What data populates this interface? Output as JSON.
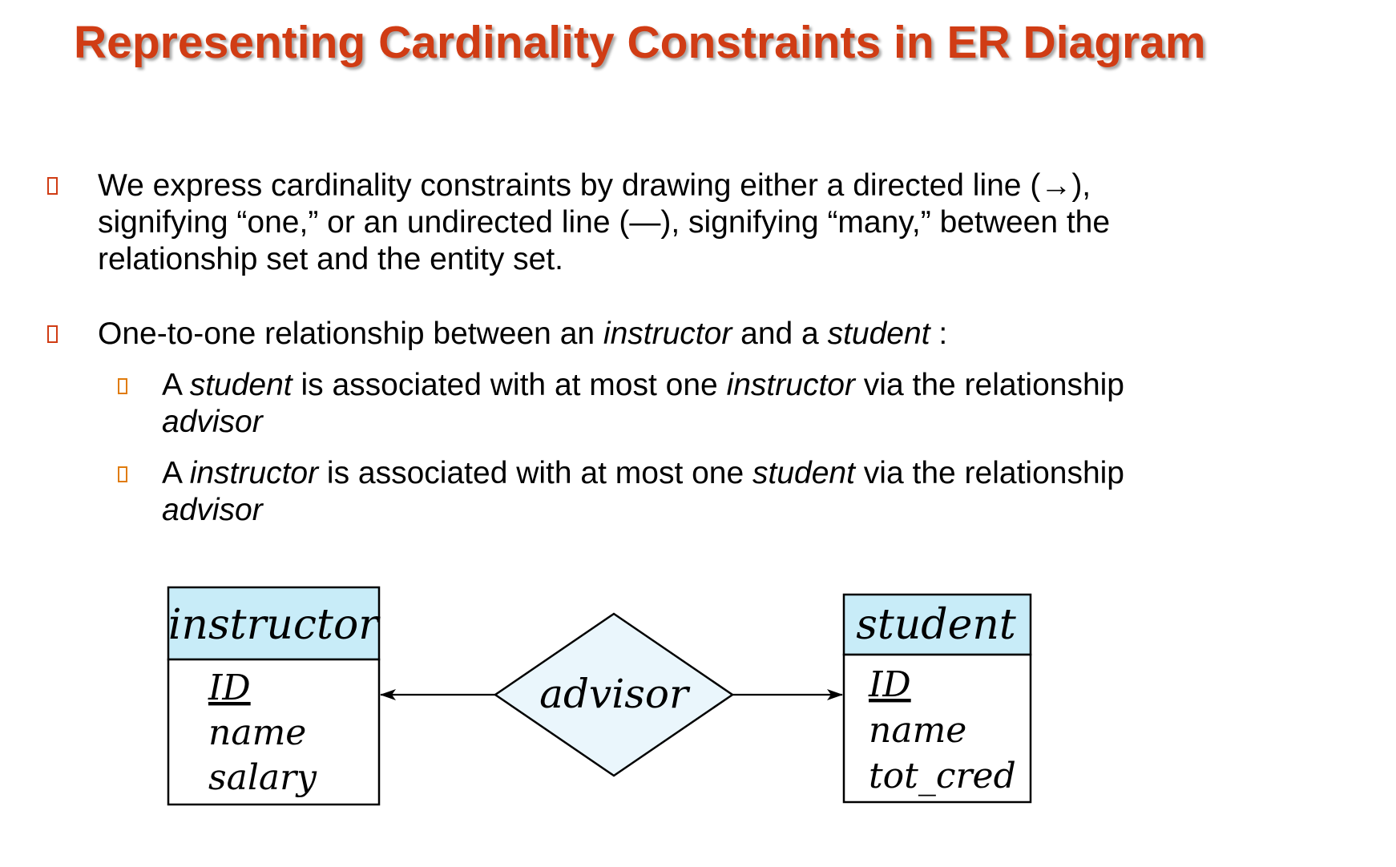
{
  "slide": {
    "title": "Representing Cardinality Constraints in ER Diagram"
  },
  "bullets": {
    "b1": {
      "line1": "We express cardinality constraints by drawing either a directed line (→),",
      "line2": "signifying “one,” or an undirected line (—), signifying “many,” between the",
      "line3": "relationship set and the entity set."
    },
    "b2": {
      "pre": "One-to-one relationship between an ",
      "em1": "instructor",
      "mid": " and a ",
      "em2": "student",
      "post": " :"
    },
    "s1": {
      "pre": "A ",
      "em1": "student",
      "mid": " is associated with at most one ",
      "em2": "instructor",
      "post": " via the relationship",
      "line2": "advisor"
    },
    "s2": {
      "pre": "A ",
      "em1": "instructor",
      "mid": " is associated with at most one ",
      "em2": "student",
      "post": " via the relationship",
      "line2": "advisor"
    }
  },
  "diagram": {
    "entity_left": {
      "name": "instructor",
      "attributes": [
        "ID",
        "name",
        "salary"
      ],
      "key_attribute": "ID"
    },
    "relationship": {
      "name": "advisor"
    },
    "entity_right": {
      "name": "student",
      "attributes": [
        "ID",
        "name",
        "tot_cred"
      ],
      "key_attribute": "ID"
    },
    "colors": {
      "title": "#d03c14",
      "entity_header_fill": "#c8ecf8",
      "relationship_fill": "#eaf6fc",
      "bullet_level1": "#d03c14",
      "bullet_level2": "#e07b0a"
    }
  }
}
